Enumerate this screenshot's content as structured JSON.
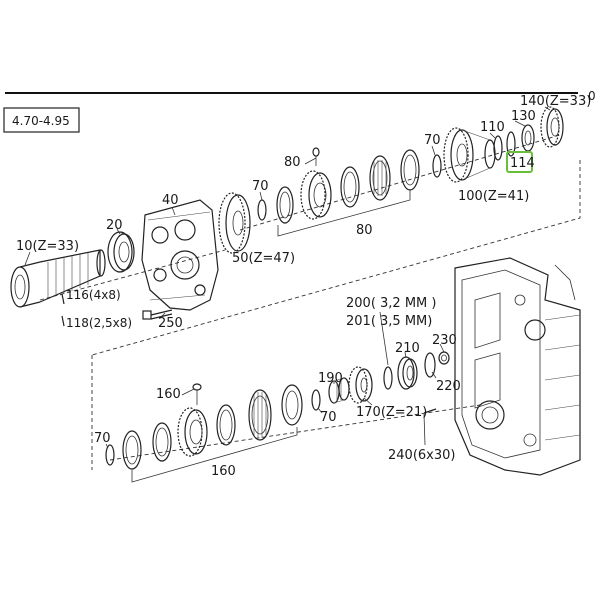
{
  "header": {
    "reference_code": "4.70-4.95",
    "corner_mark": "0"
  },
  "callouts": {
    "p10": "10(Z=33)",
    "p20": "20",
    "p40": "40",
    "p50": "50(Z=47)",
    "p70a": "70",
    "p70b": "70",
    "p70c": "70",
    "p70d": "70",
    "p80": "80",
    "p80g": "80",
    "p100": "100(Z=41)",
    "p110": "110",
    "p114": "114",
    "p116": "116(4x8)",
    "p118": "118(2,5x8)",
    "p130": "130",
    "p140": "140(Z=33)",
    "p160": "160",
    "p160g": "160",
    "p170": "170(Z=21)",
    "p190": "190",
    "p200": "200( 3,2 MM )",
    "p201": "201( 3,5 MM)",
    "p210": "210",
    "p220": "220",
    "p230": "230",
    "p240": "240(6x30)",
    "p250": "250"
  },
  "highlight": {
    "part": "114",
    "color": "#6abf3a"
  }
}
